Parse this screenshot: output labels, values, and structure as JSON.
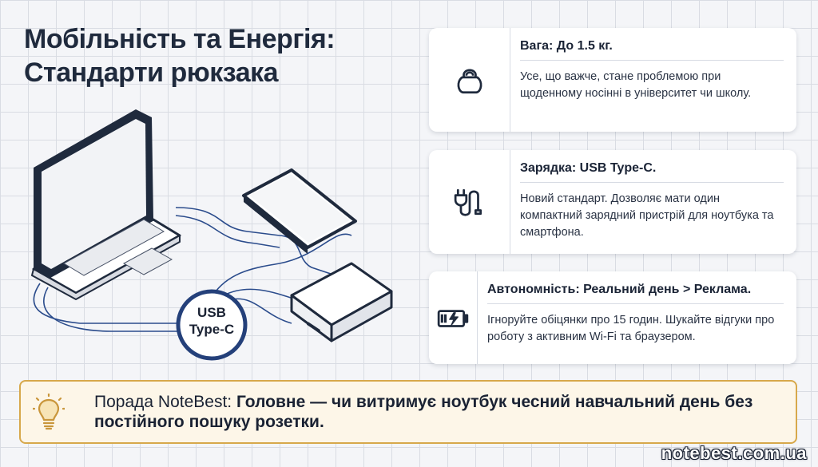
{
  "title": {
    "line1": "Мобільність та Енергія:",
    "line2": "Стандарти рюкзака"
  },
  "illustration": {
    "badge_line1": "USB",
    "badge_line2": "Type-C",
    "icons": [
      "laptop-icon",
      "smartphone-icon",
      "power-bank-icon",
      "usb-c-cable-icon"
    ]
  },
  "cards": [
    {
      "icon": "kettlebell-icon",
      "title": "Вага: До 1.5 кг.",
      "text": "Усе, що важче, стане проблемою при щоденному носінні в університет чи школу."
    },
    {
      "icon": "charging-plug-icon",
      "title": "Зарядка: USB Type-C.",
      "text": "Новий стандарт. Дозволяє мати один компактний зарядний пристрій для ноутбука та смартфона."
    },
    {
      "icon": "battery-charging-icon",
      "title": "Автономність: Реальний день > Реклама.",
      "text": "Ігноруйте обіцянки про 15 годин. Шукайте відгуки про роботу з активним Wi-Fi та браузером."
    }
  ],
  "tip": {
    "icon": "lightbulb-icon",
    "prefix": "Порада NoteBest: ",
    "main": "Головне — чи витримує ноутбук чесний навчальний день без постійного пошуку розетки."
  },
  "watermark": "notebest.com.ua",
  "colors": {
    "navy": "#1f2a4f",
    "accent_blue": "#2b4c8c",
    "tip_border": "#d7a84b",
    "tip_bg": "#fdf6e8"
  }
}
